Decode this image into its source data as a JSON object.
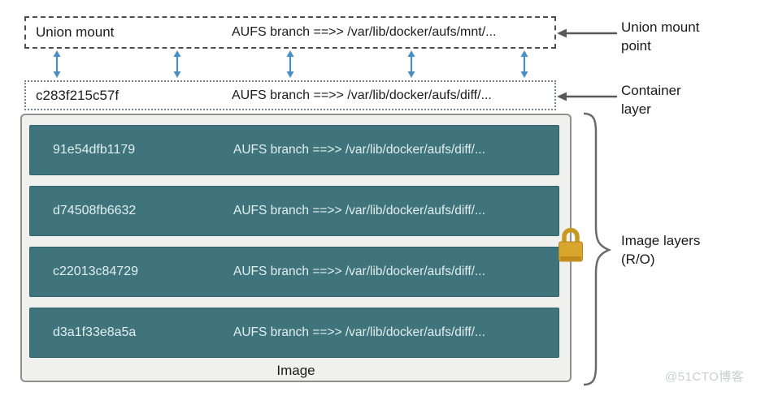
{
  "diagram": {
    "union_mount": {
      "label": "Union mount",
      "path": "AUFS branch ==>> /var/lib/docker/aufs/mnt/..."
    },
    "container_layer": {
      "label": "c283f215c57f",
      "path": "AUFS branch ==>> /var/lib/docker/aufs/diff/..."
    },
    "image_layers": [
      {
        "id": "91e54dfb1179",
        "path": "AUFS branch ==>> /var/lib/docker/aufs/diff/..."
      },
      {
        "id": "d74508fb6632",
        "path": "AUFS branch ==>> /var/lib/docker/aufs/diff/..."
      },
      {
        "id": "c22013c84729",
        "path": "AUFS branch ==>> /var/lib/docker/aufs/diff/..."
      },
      {
        "id": "d3a1f33e8a5a",
        "path": "AUFS branch ==>> /var/lib/docker/aufs/diff/..."
      }
    ],
    "image_caption": "Image",
    "annotations": {
      "union_mount_point": "Union mount point",
      "container_layer": "Container layer",
      "image_layers_ro": "Image layers (R/O)"
    },
    "watermark": "@51CTO博客",
    "colors": {
      "layer_teal": "#3f747c",
      "layer_text": "#e2eeed",
      "box_background": "#f0f1ee",
      "box_border": "#8f918f",
      "lock_gold": "#d8a62c",
      "lock_gold_dark": "#c08b1a",
      "arrow_blue": "#4a8fc4",
      "annotation_gray": "#595959"
    }
  }
}
